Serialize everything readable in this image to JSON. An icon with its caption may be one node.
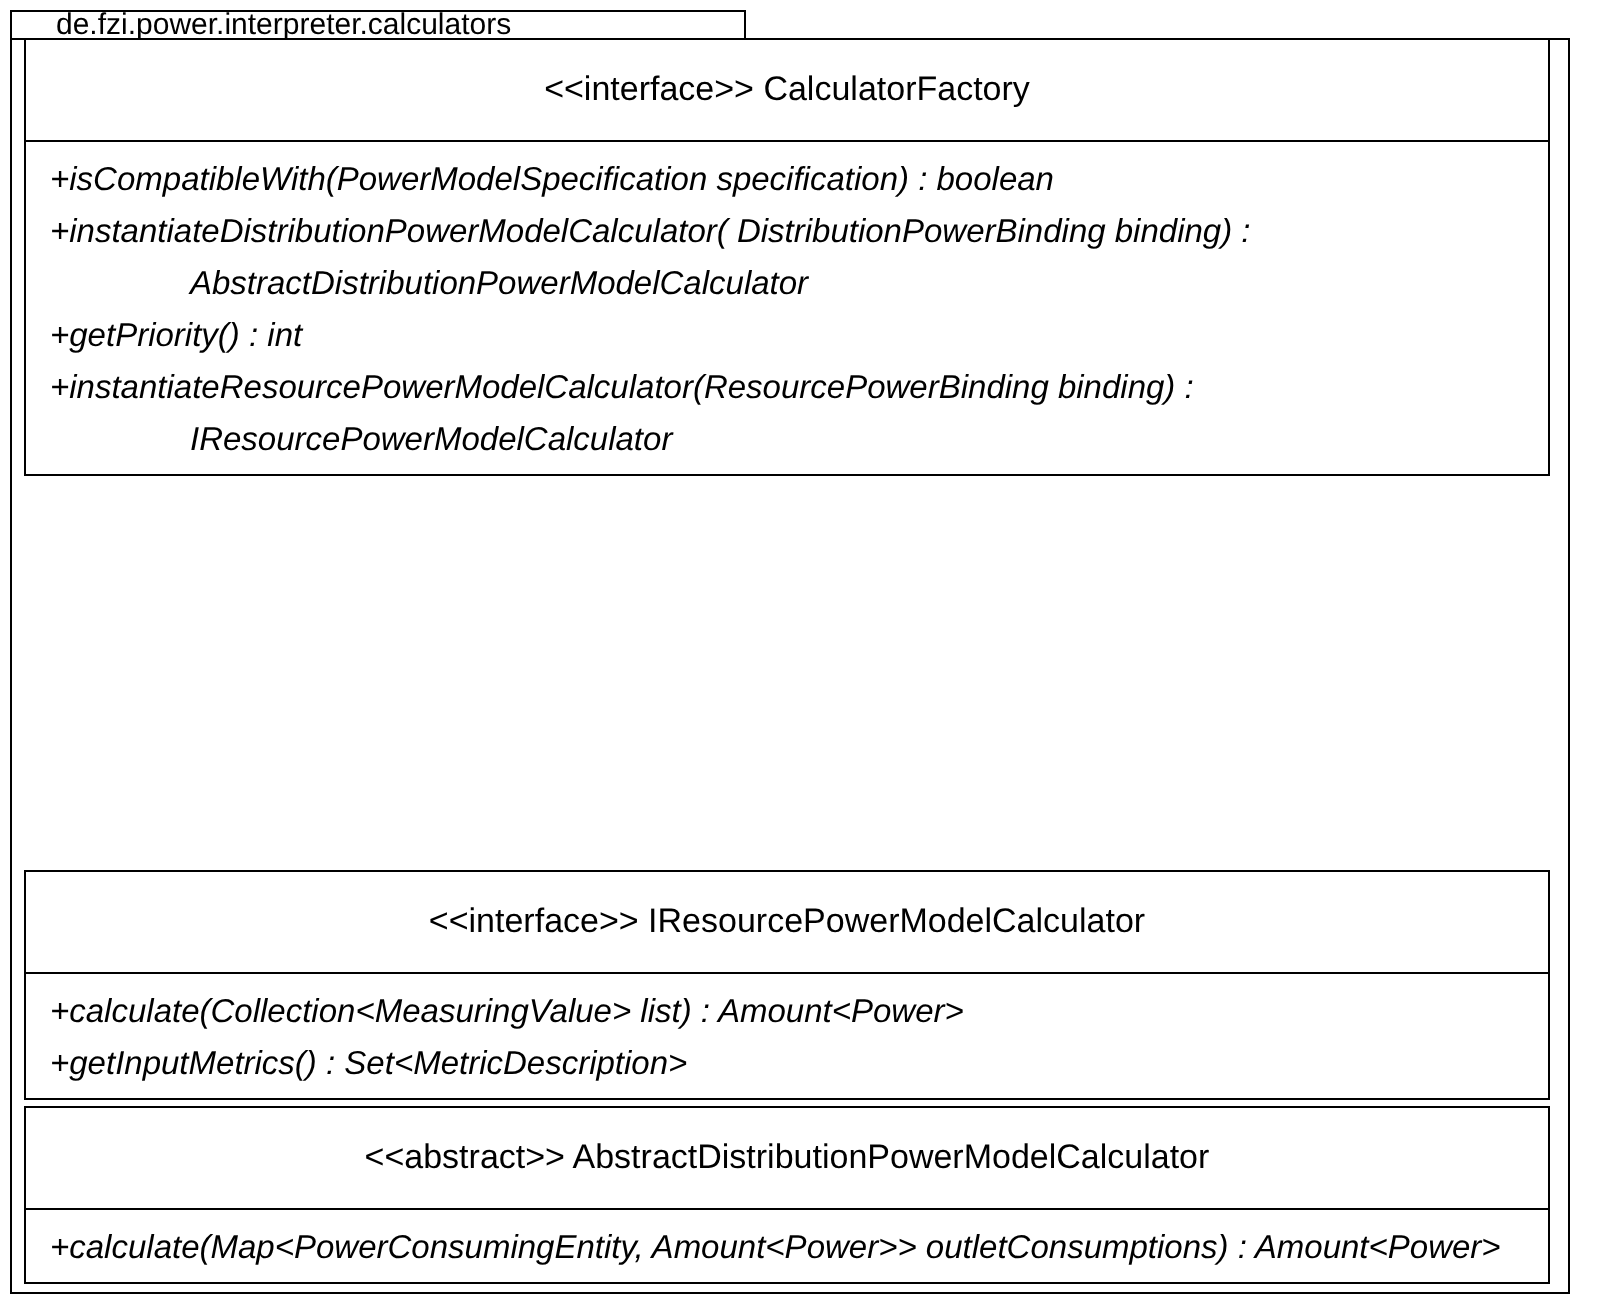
{
  "diagram": {
    "nodes": [
      {
        "text": [
          "de.fzi.power.interpreter.calculators"
        ]
      },
      {
        "text": [
          "<<interface>> CalculatorFactory",
          "+isCompatibleWith(PowerModelSpecification specification) : boolean",
          "+instantiateDistributionPowerModelCalculator( DistributionPowerBinding binding) : AbstractDistributionPowerModelCalculator",
          "+getPriority() : int",
          "+instantiateResourcePowerModelCalculator(ResourcePowerBinding binding) : IResourcePowerModelCalculator"
        ],
        "in": 0
      },
      {
        "text": [
          "<<interface>> IResourcePowerModelCalculator",
          "+calculate(Collection<MeasuringValue> list) : Amount<Power>",
          "+getInputMetrics() : Set<MetricDescription>"
        ],
        "in": 0
      },
      {
        "text": [
          "<<abstract>> AbstractDistributionPowerModelCalculator",
          "+calculate(Map<PowerConsumingEntity, Amount<Power>> outletConsumptions) : Amount<Power>"
        ],
        "in": 0
      }
    ]
  }
}
